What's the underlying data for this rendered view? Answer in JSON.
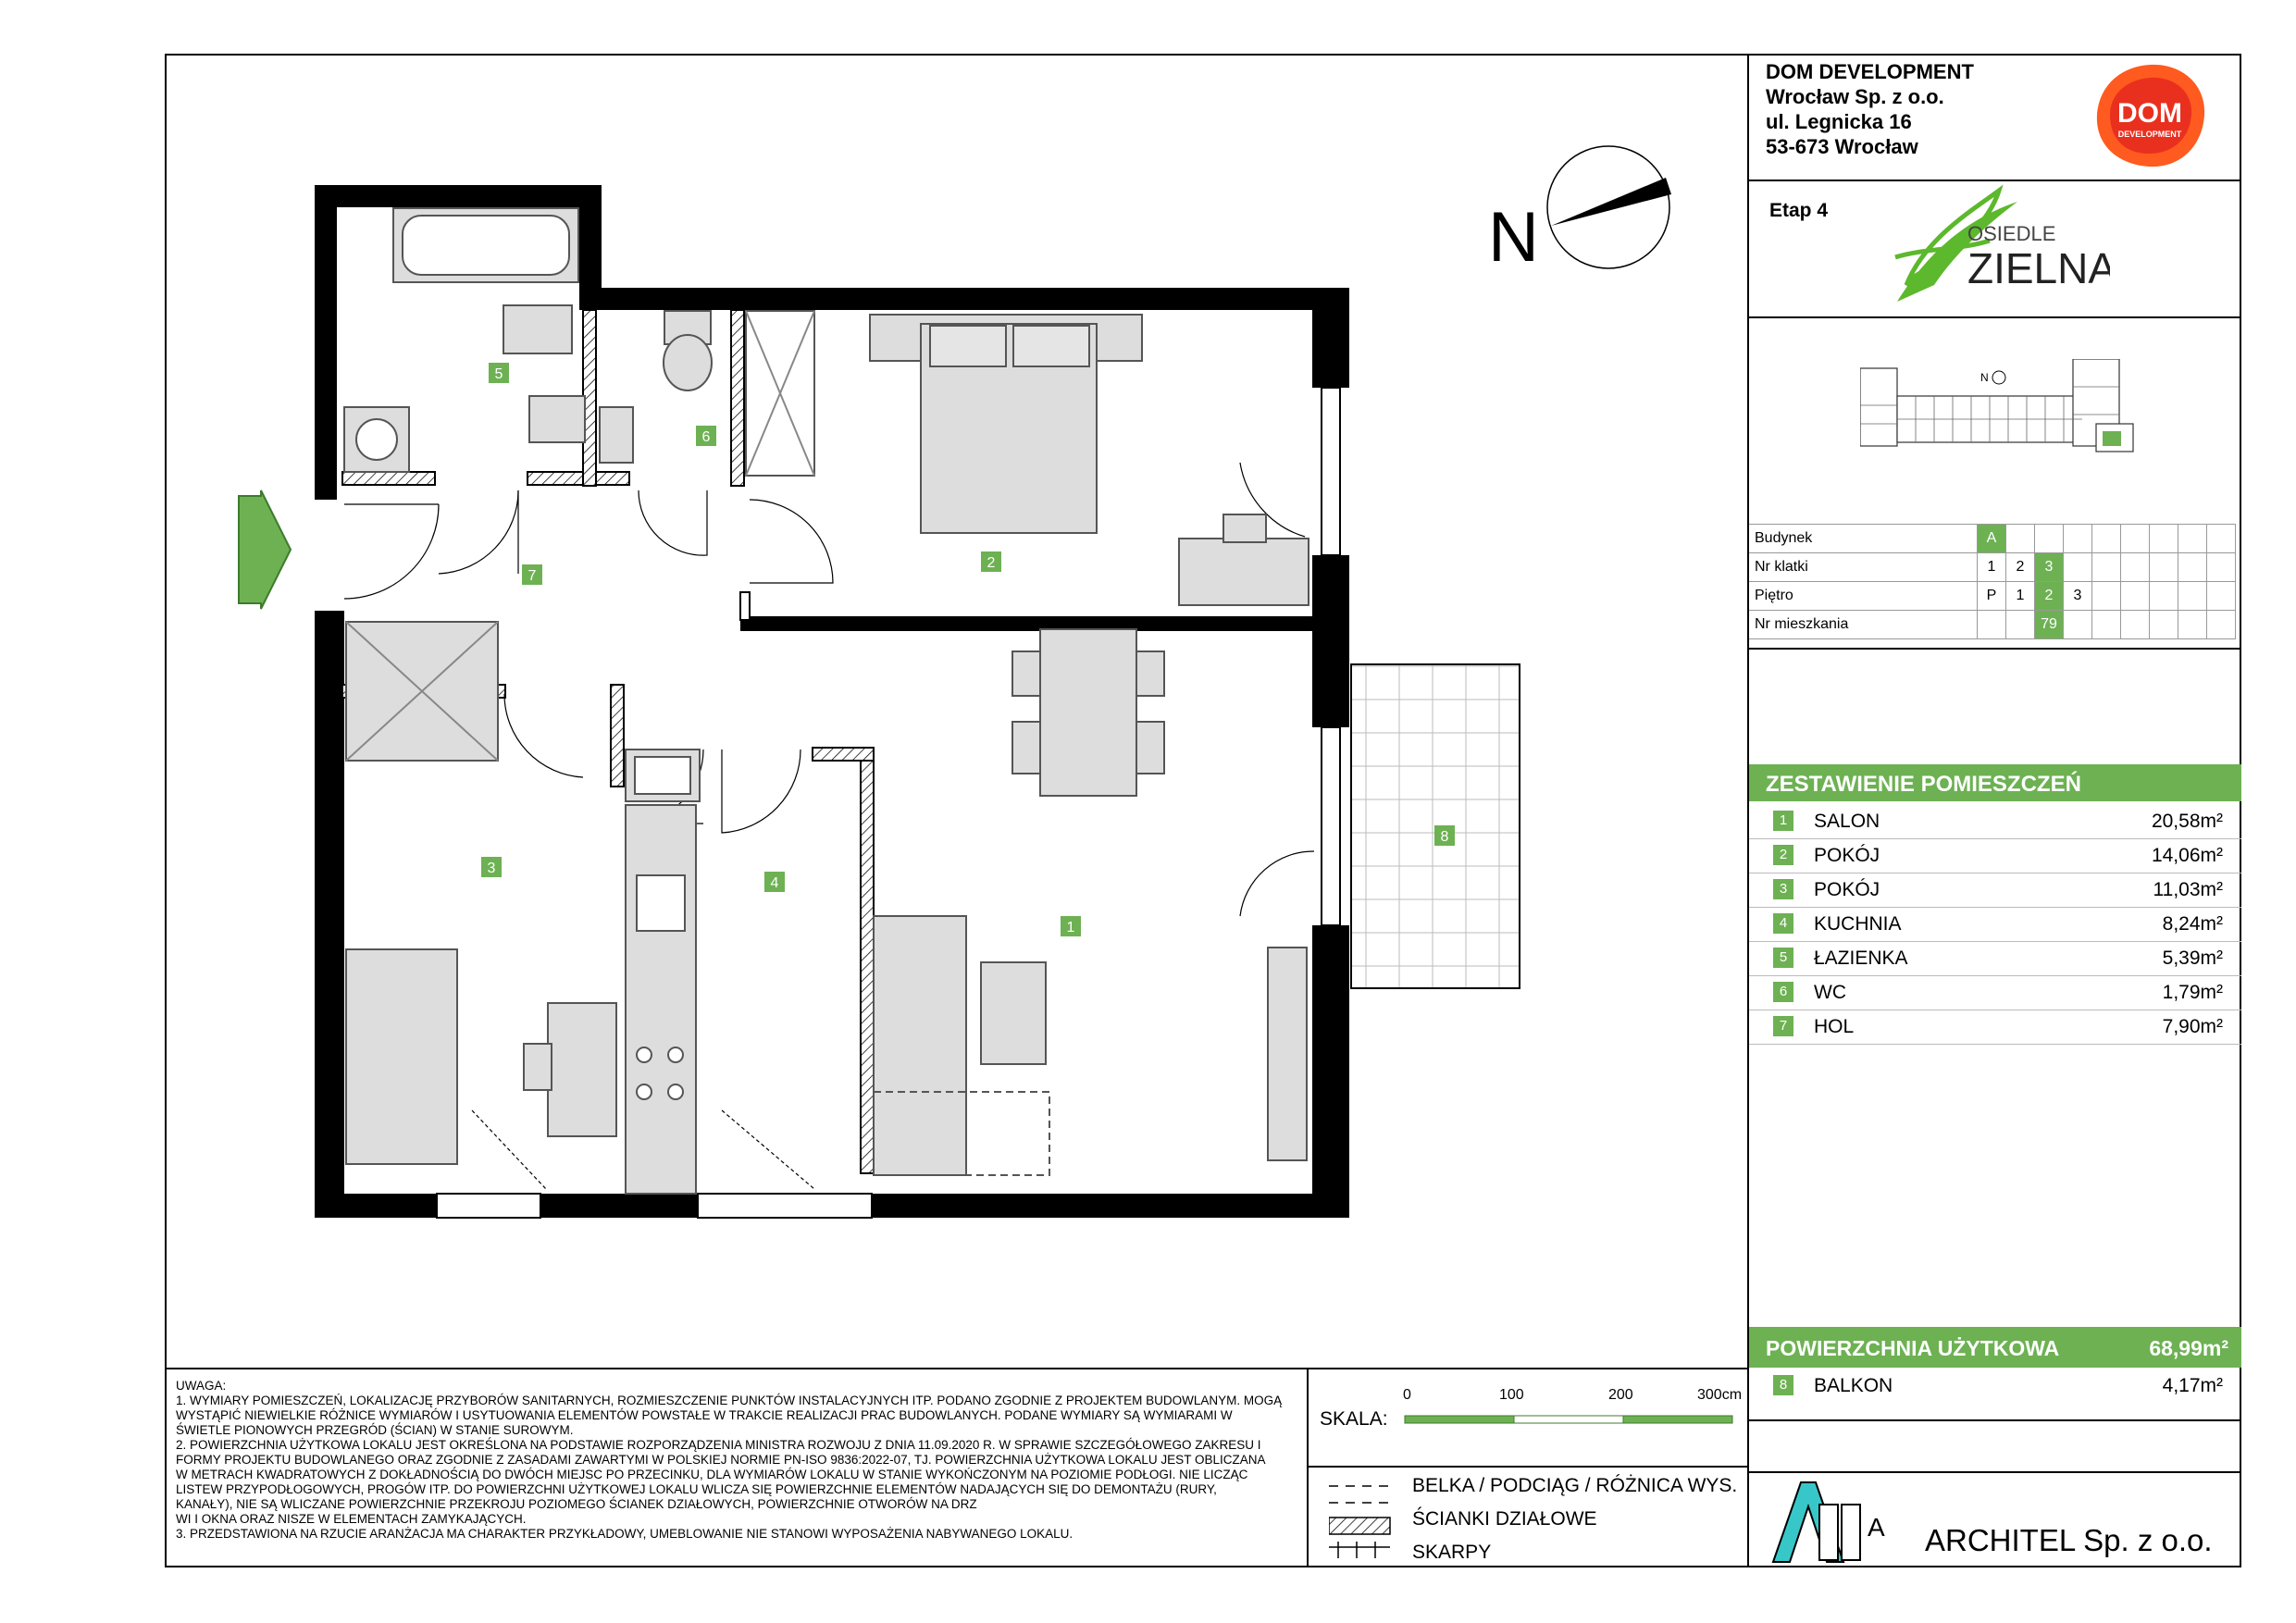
{
  "company": {
    "lines": [
      "DOM DEVELOPMENT",
      "Wrocław Sp. z o.o.",
      "ul. Legnicka 16",
      "53-673 Wrocław"
    ],
    "logo_text": [
      "DOM",
      "DEVELOPMENT"
    ],
    "brand_color": "#ff5a1f"
  },
  "project": {
    "stage": "Etap 4",
    "logo_text": [
      "OSIEDLE",
      "ZIELNA"
    ]
  },
  "north_label": "N",
  "site_north_label": "N",
  "info_table": {
    "rows": [
      {
        "label": "Budynek",
        "cells": [
          "A",
          "",
          "",
          "",
          "",
          "",
          "",
          "",
          ""
        ],
        "highlight": 0
      },
      {
        "label": "Nr klatki",
        "cells": [
          "1",
          "2",
          "3",
          "",
          "",
          "",
          "",
          "",
          ""
        ],
        "highlight": 2
      },
      {
        "label": "Piętro",
        "cells": [
          "P",
          "1",
          "2",
          "3",
          "",
          "",
          "",
          "",
          ""
        ],
        "highlight": 2
      },
      {
        "label": "Nr mieszkania",
        "cells": [
          "",
          "",
          "79",
          "",
          "",
          "",
          "",
          "",
          ""
        ],
        "highlight": 2
      }
    ]
  },
  "summary": {
    "title": "ZESTAWIENIE POMIESZCZEŃ",
    "rooms": [
      {
        "num": "1",
        "name": "SALON",
        "area": "20,58m²"
      },
      {
        "num": "2",
        "name": "POKÓJ",
        "area": "14,06m²"
      },
      {
        "num": "3",
        "name": "POKÓJ",
        "area": "11,03m²"
      },
      {
        "num": "4",
        "name": "KUCHNIA",
        "area": "8,24m²"
      },
      {
        "num": "5",
        "name": "ŁAZIENKA",
        "area": "5,39m²"
      },
      {
        "num": "6",
        "name": "WC",
        "area": "1,79m²"
      },
      {
        "num": "7",
        "name": "HOL",
        "area": "7,90m²"
      }
    ],
    "total_label": "POWIERZCHNIA UŻYTKOWA",
    "total_area": "68,99m²",
    "balcony": {
      "num": "8",
      "name": "BALKON",
      "area": "4,17m²"
    }
  },
  "plan_labels": [
    "1",
    "2",
    "3",
    "4",
    "5",
    "6",
    "7",
    "8"
  ],
  "accent_color": "#6db153",
  "notes": [
    "UWAGA:",
    "1. WYMIARY POMIESZCZEŃ, LOKALIZACJĘ PRZYBORÓW SANITARNYCH, ROZMIESZCZENIE PUNKTÓW INSTALACYJNYCH ITP. PODANO ZGODNIE Z PROJEKTEM BUDOWLANYM. MOGĄ",
    "WYSTĄPIĆ NIEWIELKIE RÓŻNICE WYMIARÓW I USYTUOWANIA ELEMENTÓW POWSTAŁE W TRAKCIE  REALIZACJI PRAC BUDOWLANYCH.  PODANE WYMIARY SĄ WYMIARAMI W",
    "ŚWIETLE PIONOWYCH PRZEGRÓD (ŚCIAN) W STANIE SUROWYM.",
    "2. POWIERZCHNIA UŻYTKOWA LOKALU JEST OKREŚLONA NA PODSTAWIE ROZPORZĄDZENIA MINISTRA ROZWOJU Z DNIA 11.09.2020 R. W SPRAWIE SZCZEGÓŁOWEGO ZAKRESU I",
    "FORMY PROJEKTU  BUDOWLANEGO ORAZ ZGODNIE Z ZASADAMI ZAWARTYMI W POLSKIEJ NORMIE PN-ISO 9836:2022-07,  TJ. POWIERZCHNIA UŻYTKOWA LOKALU  JEST OBLICZANA",
    "W METRACH KWADRATOWYCH Z DOKŁADNOŚCIĄ DO DWÓCH MIEJSC PO PRZECINKU, DLA  WYMIARÓW LOKALU W STANIE WYKOŃCZONYM NA POZIOMIE  PODŁOGI. NIE LICZĄC",
    "LISTEW  PRZYPODŁOGOWYCH,  PROGÓW ITP. DO POWIERZCHNI  UŻYTKOWEJ LOKALU WLICZA SIĘ POWIERZCHNIE ELEMENTÓW NADAJĄCYCH SIĘ DO DEMONTAŻU (RURY,",
    "KANAŁY), NIE SĄ WLICZANE POWIERZCHNIE PRZEKROJU POZIOMEGO ŚCIANEK DZIAŁOWYCH, POWIERZCHNIE OTWORÓW NA DRZ",
    "WI  I OKNA ORAZ NISZE W ELEMENTACH ZAMYKAJĄCYCH.",
    "3. PRZEDSTAWIONA NA RZUCIE ARANŻACJA MA CHARAKTER PRZYKŁADOWY, UMEBLOWANIE NIE STANOWI WYPOSAŻENIA NABYWANEGO  LOKALU."
  ],
  "scale": {
    "label": "SKALA:",
    "ticks": [
      "0",
      "100",
      "200",
      "300cm"
    ]
  },
  "legend": [
    "BELKA / PODCIĄG / RÓŻNICA WYS.",
    "ŚCIANKI DZIAŁOWE",
    "SKARPY"
  ],
  "architect": "ARCHITEL Sp. z o.o.",
  "architect_logo_text": "A",
  "architect_logo_color": "#38c7c9"
}
